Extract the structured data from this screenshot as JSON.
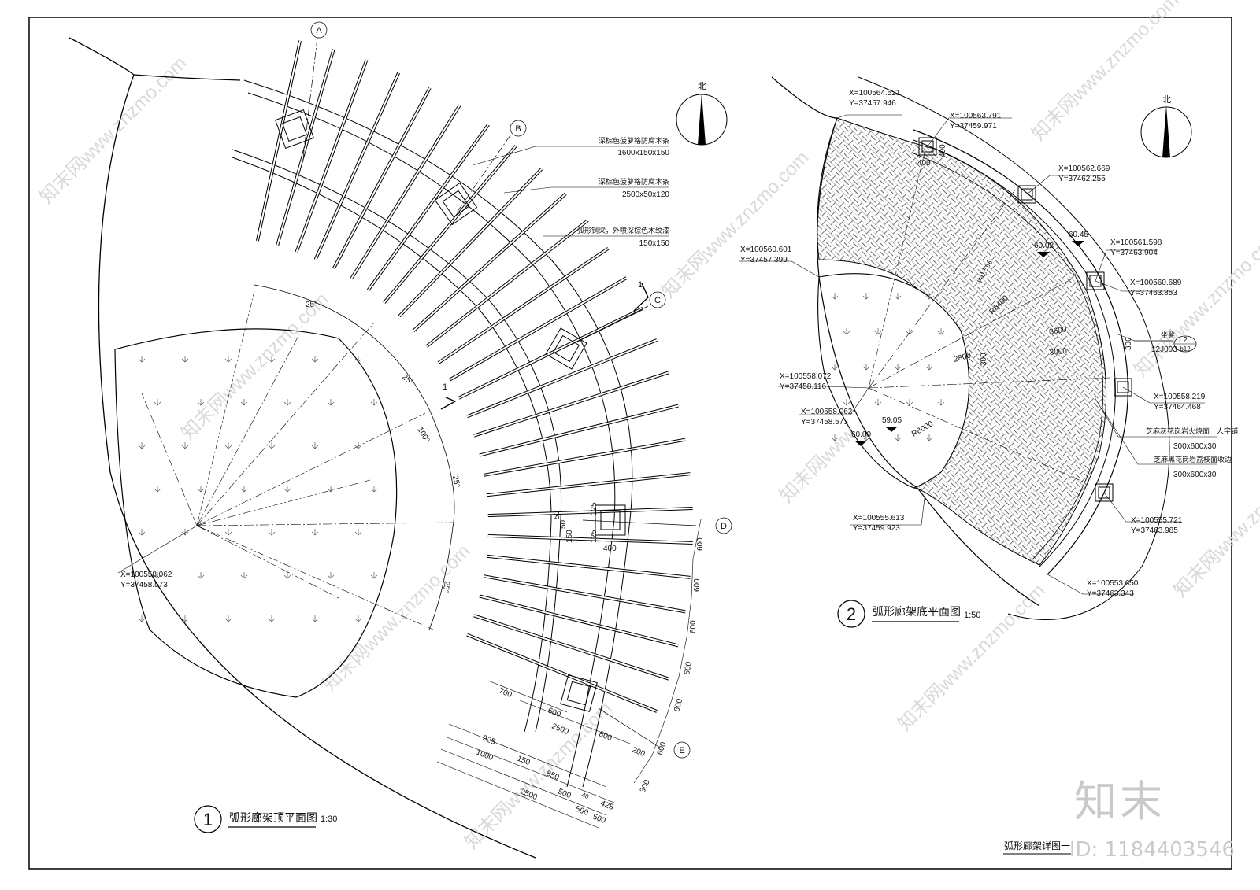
{
  "drawing": {
    "sheet_title": "弧形廊架详图一",
    "watermark_text": "知末网www.znzmo.com",
    "brand": "知末",
    "id_label": "ID: 1184403546"
  },
  "plan1": {
    "number": "1",
    "title": "弧形廊架顶平面图",
    "scale": "1:30",
    "north": "北",
    "grid_labels": [
      "A",
      "B",
      "C",
      "D",
      "E"
    ],
    "section_mark": "1",
    "angles": [
      "25°",
      "25°",
      "100°",
      "25°",
      "25°"
    ],
    "center_coord": [
      "X=100558.062",
      "Y=37458.573"
    ],
    "notes": [
      {
        "line1": "深棕色菠萝格防腐木条",
        "line2": "1600x150x150"
      },
      {
        "line1": "深棕色菠萝格防腐木条",
        "line2": "2500x50x120"
      },
      {
        "line1": "弧形钢梁，外喷深棕色木纹漆",
        "line2": "150x150"
      }
    ],
    "spacing_dims": [
      "600",
      "600",
      "600",
      "600",
      "600",
      "600",
      "300"
    ],
    "post_dims": [
      "125",
      "125",
      "400",
      "50",
      "50",
      "150"
    ],
    "bottom_dims": [
      "700",
      "600",
      "2500",
      "800",
      "200",
      "925",
      "1000",
      "150",
      "850",
      "500",
      "2500",
      "500",
      "425",
      "500",
      "40"
    ]
  },
  "plan2": {
    "number": "2",
    "title": "弧形廊架底平面图",
    "scale": "1:50",
    "north": "北",
    "coords": [
      {
        "x": "X=100564.521",
        "y": "Y=37457.946"
      },
      {
        "x": "X=100563.791",
        "y": "Y=37459.971"
      },
      {
        "x": "X=100562.669",
        "y": "Y=37462.255"
      },
      {
        "x": "X=100561.598",
        "y": "Y=37463.904"
      },
      {
        "x": "X=100560.689",
        "y": "Y=37463.853"
      },
      {
        "x": "X=100560.601",
        "y": "Y=37457.399"
      },
      {
        "x": "X=100558.072",
        "y": "Y=37458.116"
      },
      {
        "x": "X=100558.062",
        "y": "Y=37458.573"
      },
      {
        "x": "X=100558.219",
        "y": "Y=37464.468"
      },
      {
        "x": "X=100555.613",
        "y": "Y=37459.923"
      },
      {
        "x": "X=100555.721",
        "y": "Y=37463.985"
      },
      {
        "x": "X=100553.650",
        "y": "Y=37463.343"
      }
    ],
    "levels": [
      "60.02",
      "60.45",
      "59.05",
      "60.00"
    ],
    "slope": "i=0.5%",
    "radii": [
      "R6400",
      "R8000"
    ],
    "dims": [
      "400",
      "400",
      "3600",
      "3000",
      "2800",
      "300",
      "300"
    ],
    "seat": {
      "label": "坐凳",
      "ref": "12J003",
      "num": "2",
      "page": "b12"
    },
    "materials": [
      {
        "line1": "芝麻灰花岗岩火烧面　人字铺",
        "line2": "300x600x30"
      },
      {
        "line1": "芝麻黑花岗岩荔枝面收边",
        "line2": "300x600x30"
      }
    ]
  }
}
